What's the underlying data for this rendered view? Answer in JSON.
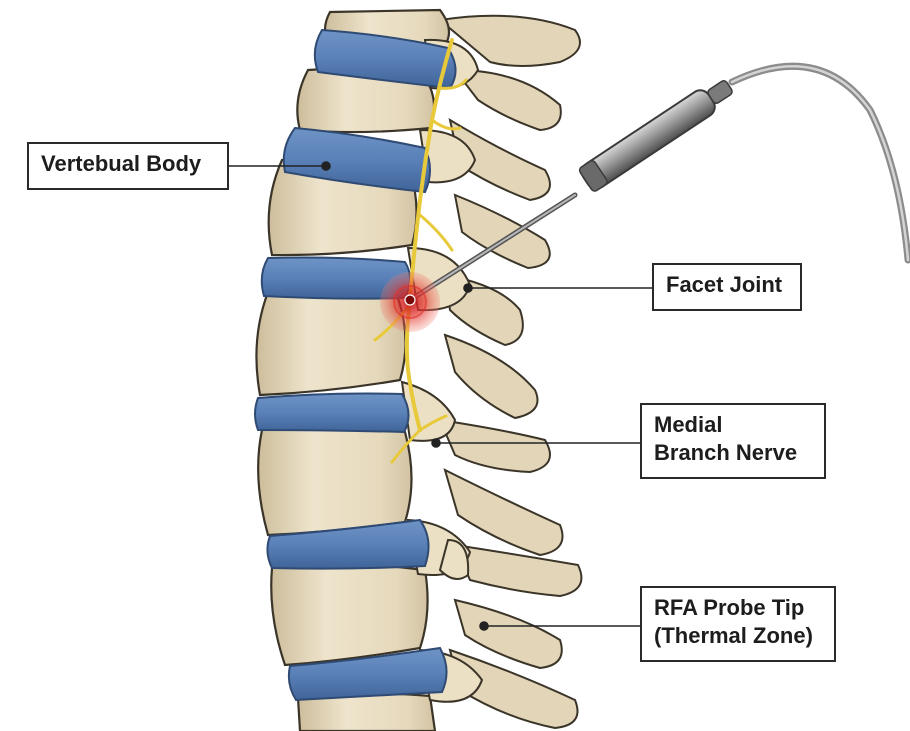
{
  "labels": {
    "vertebral_body": {
      "lines": [
        "Vertebual Body"
      ]
    },
    "facet_joint": {
      "lines": [
        "Facet Joint"
      ]
    },
    "medial_branch_nerve": {
      "lines": [
        "Medial",
        "Branch Nerve"
      ]
    },
    "rfa_probe_tip": {
      "lines": [
        "RFA Probe Tip",
        "(Thermal Zone)"
      ]
    }
  },
  "colors": {
    "bone": "#e8dcc0",
    "bone_shadow": "#c9b999",
    "outline": "#3b3428",
    "disc": "#5a81b8",
    "disc_dark": "#3f6499",
    "nerve": "#e8c93a",
    "thermal": "#e0302a",
    "probe": "#9a9a9a",
    "cable": "#8c8c8c"
  }
}
